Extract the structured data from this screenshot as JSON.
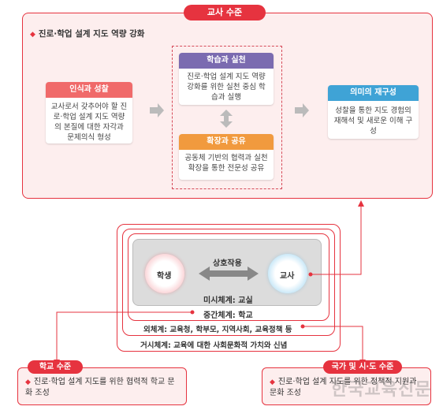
{
  "teacher_level": {
    "title": "교사 수준",
    "heading": "진로·학업 설계 지도 역량 강화",
    "recognition": {
      "title": "인식과 성찰",
      "body": "교사로서 갖추어야 할 진로·학업 설계 지도 역량의 본질에 대한 자각과 문제의식 형성"
    },
    "practice": {
      "title": "학습과 실천",
      "body": "진로·학업 설계 지도 역량 강화를 위한 실천 중심 학습과 실행"
    },
    "sharing": {
      "title": "확장과 공유",
      "body": "공동체 기반의 협력과 실천 확장을 통한 전문성 공유"
    },
    "reconstruct": {
      "title": "의미의 재구성",
      "body": "성찰을 통한 지도 경험의 재해석 및 새로운 이해 구성"
    }
  },
  "ecology": {
    "interaction": "상호작용",
    "student": "학생",
    "teacher": "교사",
    "micro": "미시체계: 교실",
    "meso": "중간체계: 학교",
    "exo": "외체계: 교육청, 학부모, 지역사회, 교육정책 등",
    "macro": "거시체계: 교육에 대한 사회문화적 가치와 신념"
  },
  "school_level": {
    "title": "학교 수준",
    "body": "진로·학업 설계 지도를 위한 협력적 학교 문화 조성"
  },
  "national_level": {
    "title": "국가 및 시·도 수준",
    "body": "진로·학업 설계 지도를 위한 정책적 지원과 문화 조성"
  },
  "watermark": "한국교육신문",
  "colors": {
    "accent": "#e6333f",
    "practice": "#7b6bb0",
    "sharing": "#f19a3e",
    "reconstruct": "#3fa3d6",
    "recognition": "#f06a6a"
  }
}
